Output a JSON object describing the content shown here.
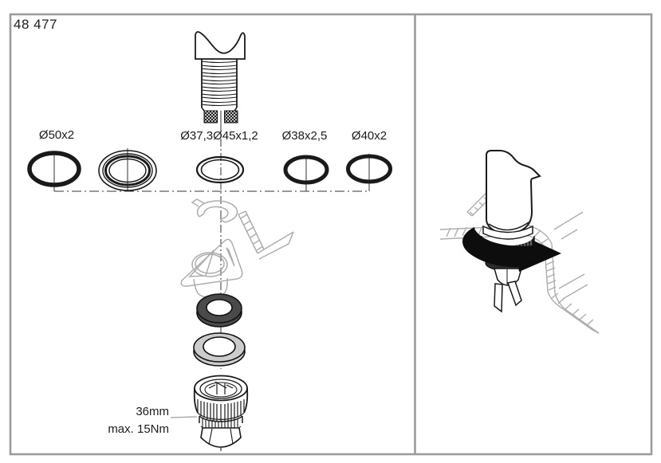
{
  "title": {
    "part_number": "48 477"
  },
  "left_panel": {
    "description": "exploded mounting parts diagram",
    "oring_labels": {
      "ring1": "Ø50x2",
      "ring3": "Ø37,3Ø45x1,2",
      "ring4": "Ø38x2,5",
      "ring5": "Ø40x2"
    },
    "nut_annotation": {
      "wrench_size": "36mm",
      "torque": "max. 15Nm"
    }
  },
  "right_panel": {
    "description": "faucet installation on sink deck with tightening direction"
  },
  "drawings": {
    "shank": "threaded-shank-drawing",
    "orings": "o-ring-set-drawing",
    "escutcheon": "escutcheon-plate-drawing",
    "washers": "washer-pair-drawing",
    "nut": "mounting-nut-drawing",
    "arrow": "rotation-arrow-icon",
    "faucet": "faucet-body-drawing",
    "deck": "sink-deck-drawing"
  },
  "colors": {
    "background": "#ffffff",
    "line": "#1a1a1a",
    "gray": "#adadad",
    "frame": "#9b9b9b",
    "dark_washer": "#4a4a4a",
    "light_washer": "#cccccc",
    "nut_dark": "#2b2b2b"
  }
}
